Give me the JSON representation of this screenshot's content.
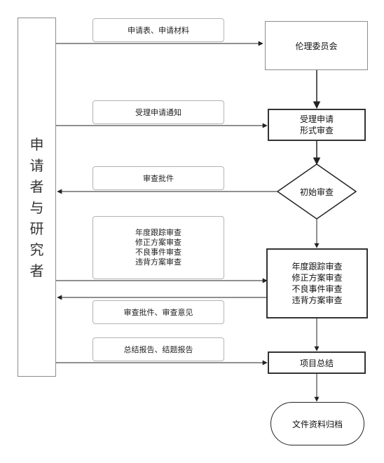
{
  "sidebar": {
    "chars": [
      "申",
      "请",
      "者",
      "与",
      "研",
      "究",
      "者"
    ]
  },
  "labels": {
    "application_forms": "申请表、申请材料",
    "acceptance_notice": "受理申请通知",
    "review_approval": "审查批件",
    "review_types": [
      "年度跟踪审查",
      "修正方案审查",
      "不良事件审查",
      "违背方案审查"
    ],
    "approval_and_opinion": "审查批件、审查意见",
    "final_reports": "总结报告、结题报告"
  },
  "nodes": {
    "ethics_committee": "伦理委员会",
    "accept_formal": [
      "受理申请",
      "形式审查"
    ],
    "initial_review": "初始审查",
    "continuing_review": [
      "年度跟踪审查",
      "修正方案审查",
      "不良事件审查",
      "违背方案审查"
    ],
    "project_summary": "项目总结",
    "archive": "文件资料归档"
  }
}
